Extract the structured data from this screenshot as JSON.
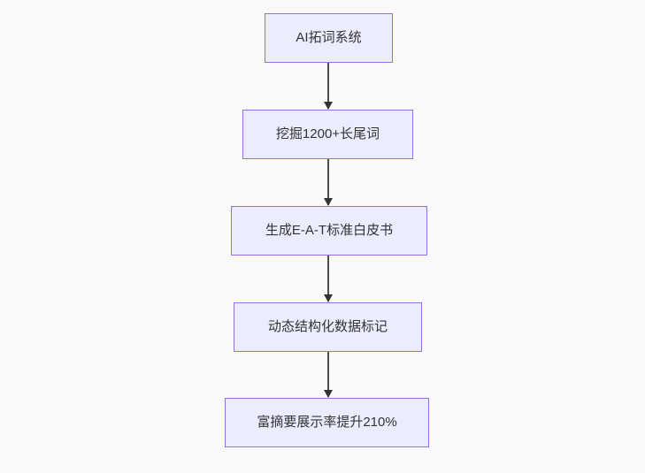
{
  "page": {
    "background_color": "#fafafa"
  },
  "flowchart": {
    "type": "flowchart",
    "direction": "top-down",
    "node_fill_color": "#ECECFF",
    "node_border_color": "#9370DB",
    "edge_line_color": "#4d4d4d",
    "arrowhead_color": "#333333",
    "text_color": "#333333",
    "nodes": [
      {
        "label": "AI拓词系统"
      },
      {
        "label": "挖掘1200+长尾词"
      },
      {
        "label": "生成E-A-T标准白皮书"
      },
      {
        "label": "动态结构化数据标记"
      },
      {
        "label": "富摘要展示率提升210%"
      }
    ],
    "edges": [
      {
        "from_index": 0,
        "to_index": 1
      },
      {
        "from_index": 1,
        "to_index": 2
      },
      {
        "from_index": 2,
        "to_index": 3
      },
      {
        "from_index": 3,
        "to_index": 4
      }
    ]
  }
}
